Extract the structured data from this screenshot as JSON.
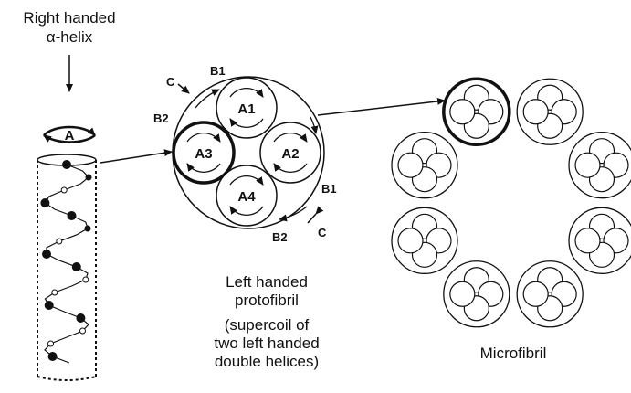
{
  "helix": {
    "title_line1": "Right handed",
    "title_line2": "α-helix",
    "rotation_label": "A"
  },
  "protofibril": {
    "subunits": [
      "A1",
      "A2",
      "A3",
      "A4"
    ],
    "b1_top": "B1",
    "b2_left": "B2",
    "b1_right": "B1",
    "b2_bottom": "B2",
    "c_top": "C",
    "c_bottom": "C",
    "caption_line1": "Left handed",
    "caption_line2": "protofibril",
    "caption_line3": "(supercoil of",
    "caption_line4": "two left handed",
    "caption_line5": "double helices)"
  },
  "microfibril": {
    "caption": "Microfibril",
    "highlighted_index": 0
  },
  "colors": {
    "ink": "#111111",
    "background": "#ffffff"
  }
}
